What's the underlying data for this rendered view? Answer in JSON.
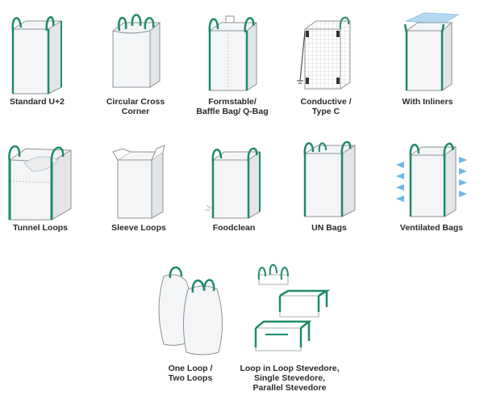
{
  "colors": {
    "loop": "#1e8a6a",
    "loop_dark": "#146b52",
    "bag_fill": "#f4f5f6",
    "bag_shade": "#e3e5e7",
    "outline": "#8e9297",
    "label": "#2a2a2a",
    "inliner": "#a9d3f0",
    "vent_arrow": "#6db7e8"
  },
  "items": [
    {
      "id": "standard",
      "icon": "bag-standard-icon",
      "lines": [
        "Standard U+2"
      ]
    },
    {
      "id": "circular",
      "icon": "bag-circular-cross-corner-icon",
      "lines": [
        "Circular Cross",
        "Corner"
      ]
    },
    {
      "id": "formstable",
      "icon": "bag-formstable-icon",
      "lines": [
        "Formstable/",
        "Baffle Bag/ Q-Bag"
      ]
    },
    {
      "id": "conductive",
      "icon": "bag-conductive-icon",
      "lines": [
        "Conductive /",
        "Type C"
      ]
    },
    {
      "id": "inliners",
      "icon": "bag-inliner-icon",
      "lines": [
        "With Inliners"
      ]
    },
    {
      "id": "tunnel",
      "icon": "bag-tunnel-loops-icon",
      "lines": [
        "Tunnel Loops"
      ]
    },
    {
      "id": "sleeve",
      "icon": "bag-sleeve-loops-icon",
      "lines": [
        "Sleeve Loops"
      ]
    },
    {
      "id": "foodclean",
      "icon": "bag-foodclean-icon",
      "lines": [
        "Foodclean"
      ]
    },
    {
      "id": "un",
      "icon": "bag-un-icon",
      "lines": [
        "UN Bags"
      ]
    },
    {
      "id": "ventilated",
      "icon": "bag-ventilated-icon",
      "lines": [
        "Ventilated Bags"
      ]
    },
    {
      "id": "oneloop",
      "icon": "bag-one-two-loops-icon",
      "lines": [
        "One Loop /",
        "Two Loops"
      ]
    },
    {
      "id": "stevedore",
      "icon": "stevedore-loops-icon",
      "lines": [
        "Loop in Loop Stevedore,",
        "Single Stevedore,",
        "Parallel Stevedore"
      ]
    }
  ]
}
